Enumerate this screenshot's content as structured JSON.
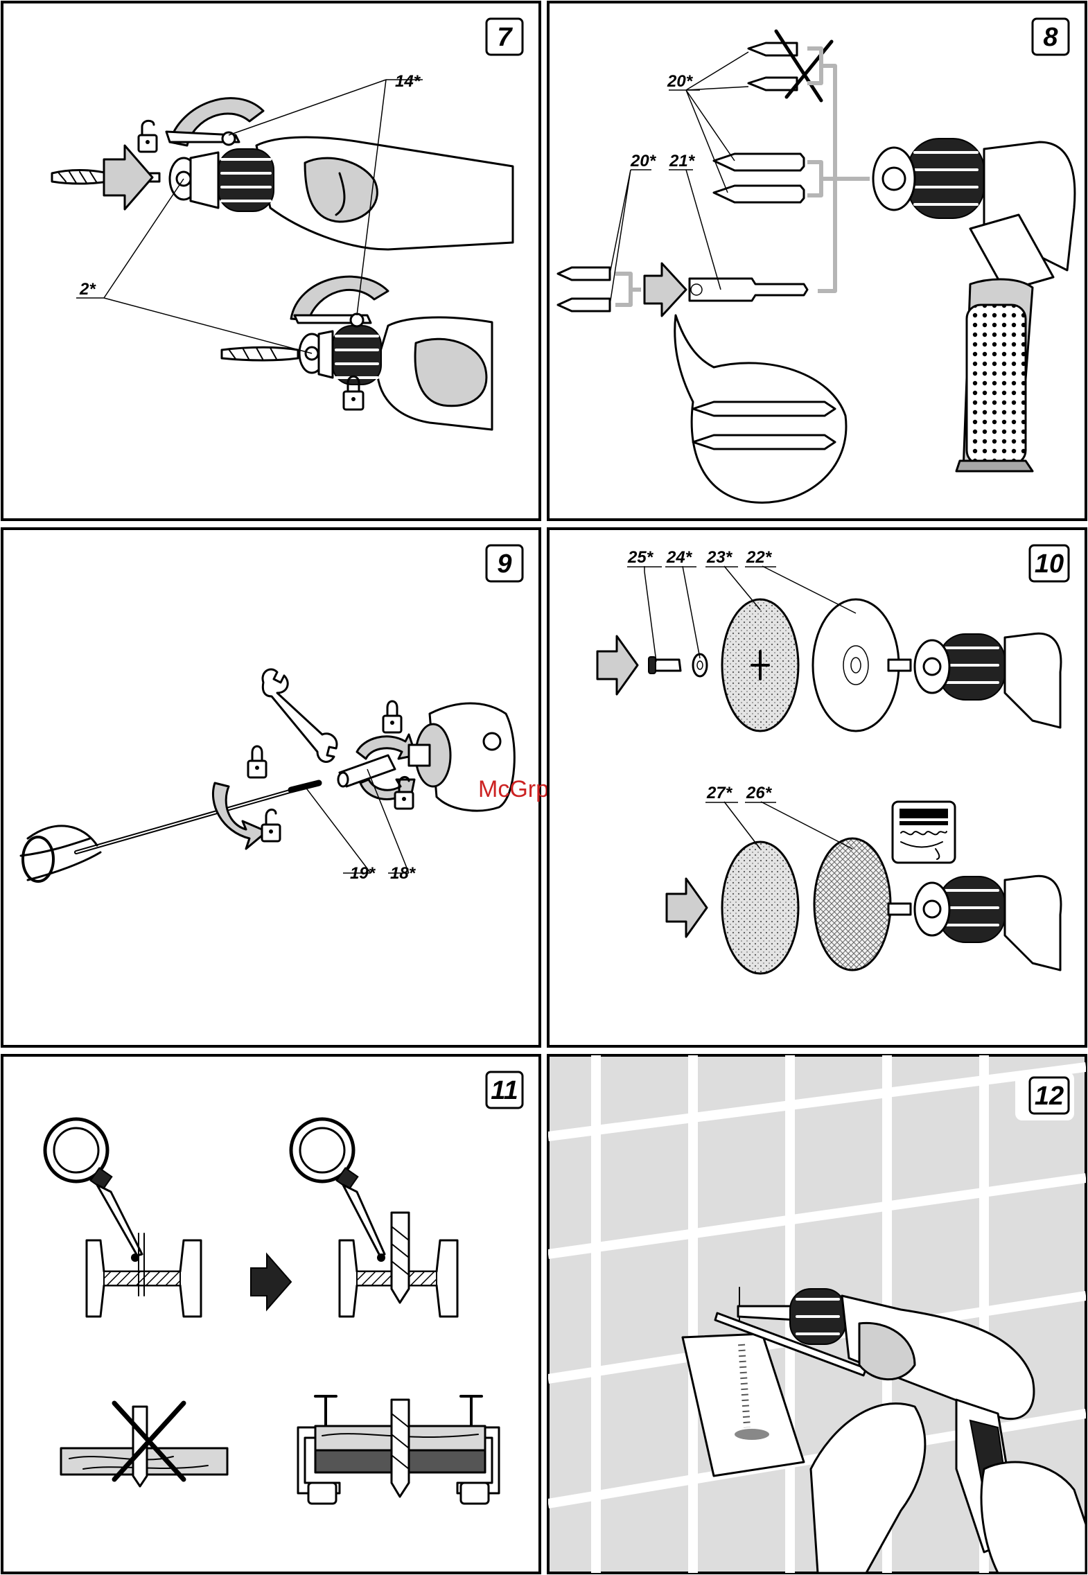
{
  "panels": [
    {
      "number": "7",
      "labels": [
        "14*",
        "2*"
      ]
    },
    {
      "number": "8",
      "labels": [
        "20*",
        "20*",
        "21*"
      ]
    },
    {
      "number": "9",
      "labels": [
        "19*",
        "18*"
      ]
    },
    {
      "number": "10",
      "labels": [
        "25*",
        "24*",
        "23*",
        "22*",
        "27*",
        "26*"
      ]
    },
    {
      "number": "11",
      "labels": []
    },
    {
      "number": "12",
      "labels": []
    }
  ],
  "watermark": "McGrp.Ru",
  "colors": {
    "line": "#000000",
    "panel_bg": "#ffffff",
    "arrow_fill": "#cfcfcf",
    "tile_bg": "#dddddd",
    "watermark": "#cc2222"
  }
}
